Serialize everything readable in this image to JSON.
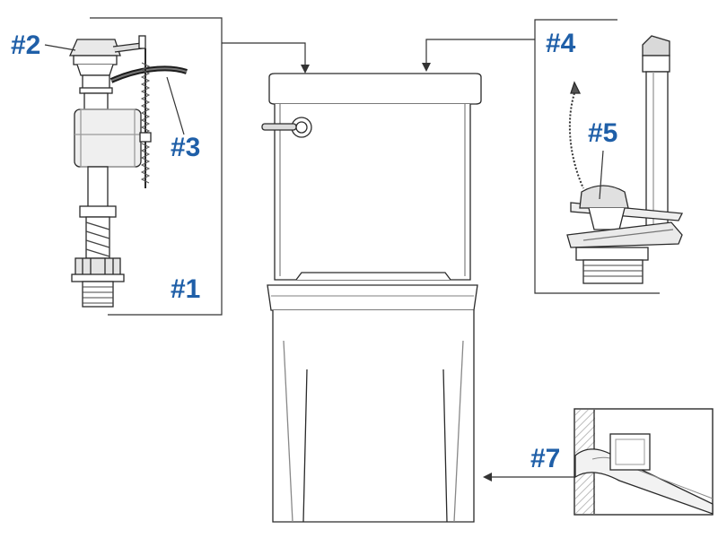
{
  "callouts": {
    "fill_valve": "#1",
    "fill_valve_cap": "#2",
    "refill_tube": "#3",
    "tank_lid": "#4",
    "flapper": "#5",
    "detail": "#7"
  },
  "colors": {
    "label": "#1f5fa8",
    "line": "#2a2a2a",
    "hatch": "#bfbfbf"
  },
  "icons": {
    "fill_valve": "fill-valve-illustration",
    "flush_valve": "flush-valve-illustration",
    "toilet": "toilet-illustration",
    "detail": "tank-base-detail-illustration"
  }
}
